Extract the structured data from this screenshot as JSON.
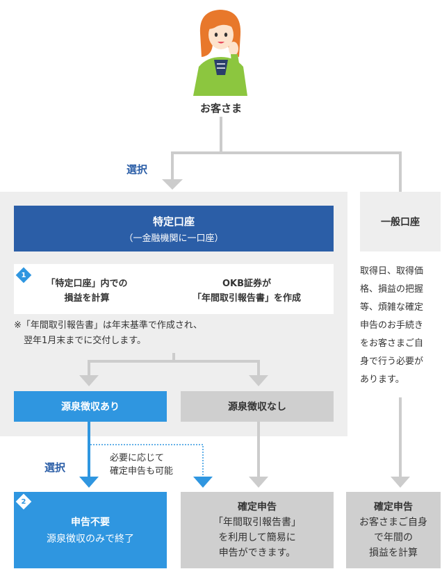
{
  "customer": {
    "label": "お客さま"
  },
  "select_label_top": "選択",
  "select_label_bottom": "選択",
  "specific_account": {
    "title": "特定口座",
    "subtitle": "（一金融機関に一口座）"
  },
  "step1": {
    "number": "1",
    "left_lines": [
      "「特定口座」内での",
      "損益を計算"
    ],
    "right_lines": [
      "OKB証券が",
      "「年間取引報告書」を作成"
    ]
  },
  "note_lines": [
    "※「年間取引報告書」は年末基準で作成され、",
    "翌年1月末までに交付します。"
  ],
  "withholding_yes": "源泉徴収あり",
  "withholding_no": "源泉徴収なし",
  "optional_note_lines": [
    "必要に応じて",
    "確定申告も可能"
  ],
  "general_account": {
    "title": "一般口座",
    "description_lines": [
      "取得日、取得価",
      "格、損益の把握",
      "等、煩雑な確定",
      "申告のお手続き",
      "をお客さまご自",
      "身で行う必要が",
      "あります。"
    ]
  },
  "result_no_filing": {
    "number": "2",
    "title": "申告不要",
    "text": "源泉徴収のみで終了"
  },
  "result_filing_specific": {
    "title": "確定申告",
    "lines": [
      "「年間取引報告書」",
      "を利用して簡易に",
      "申告ができます。"
    ]
  },
  "result_filing_general": {
    "title": "確定申告",
    "lines": [
      "お客さまご自身",
      "で年間の",
      "損益を計算"
    ]
  },
  "colors": {
    "dark_blue": "#2b5ea7",
    "blue": "#2f96e0",
    "gray_box": "#cfcfcf",
    "panel": "#eeeeee",
    "line_gray": "#cccccc"
  }
}
